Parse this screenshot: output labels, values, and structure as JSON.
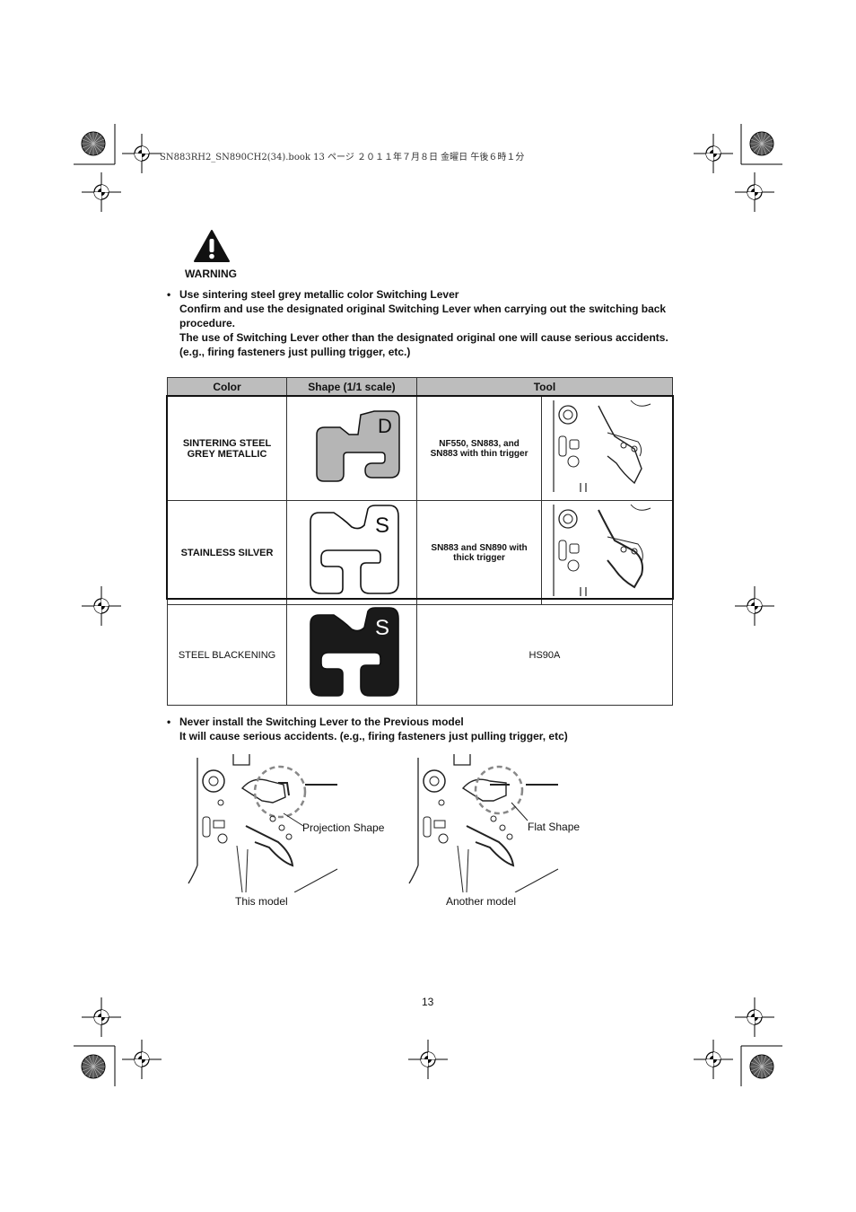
{
  "header": {
    "print_line": "SN883RH2_SN890CH2(34).book  13 ページ  ２０１１年７月８日  金曜日  午後６時１分"
  },
  "warning": {
    "label": "WARNING"
  },
  "bullet1": {
    "line1": "Use sintering steel grey metallic color Switching Lever",
    "line2": "Confirm and use the designated original Switching Lever when carrying out the switching back",
    "line3": "procedure.",
    "line4": "The use of Switching Lever other than the designated original one will cause serious accidents.",
    "line5": "(e.g., firing fasteners just pulling trigger, etc.)"
  },
  "table": {
    "headers": [
      "Color",
      "Shape (1/1 scale)",
      "Tool"
    ],
    "rows": [
      {
        "color_line1": "SINTERING STEEL",
        "color_line2": "GREY METALLIC",
        "letter": "D",
        "tool_line1": "NF550, SN883, and",
        "tool_line2": "SN883 with thin trigger"
      },
      {
        "color_line1": "STAINLESS SILVER",
        "letter": "S",
        "tool_line1": "SN883 and SN890 with",
        "tool_line2": "thick trigger"
      },
      {
        "color_line1": "STEEL BLACKENING",
        "letter": "S",
        "tool_line1": "HS90A"
      }
    ]
  },
  "bullet2": {
    "line1": "Never install the Switching Lever to the Previous model",
    "line2": "It will cause serious accidents. (e.g., firing fasteners just pulling trigger, etc)"
  },
  "figures": {
    "left_callout": "Projection Shape",
    "left_caption": "This model",
    "right_callout": "Flat Shape",
    "right_caption": "Another model"
  },
  "page_number": "13",
  "colors": {
    "sintering_fill": "#b5b5b5",
    "stainless_fill": "#ffffff",
    "blackening_fill": "#1a1a1a",
    "header_bg": "#bdbdbd"
  }
}
